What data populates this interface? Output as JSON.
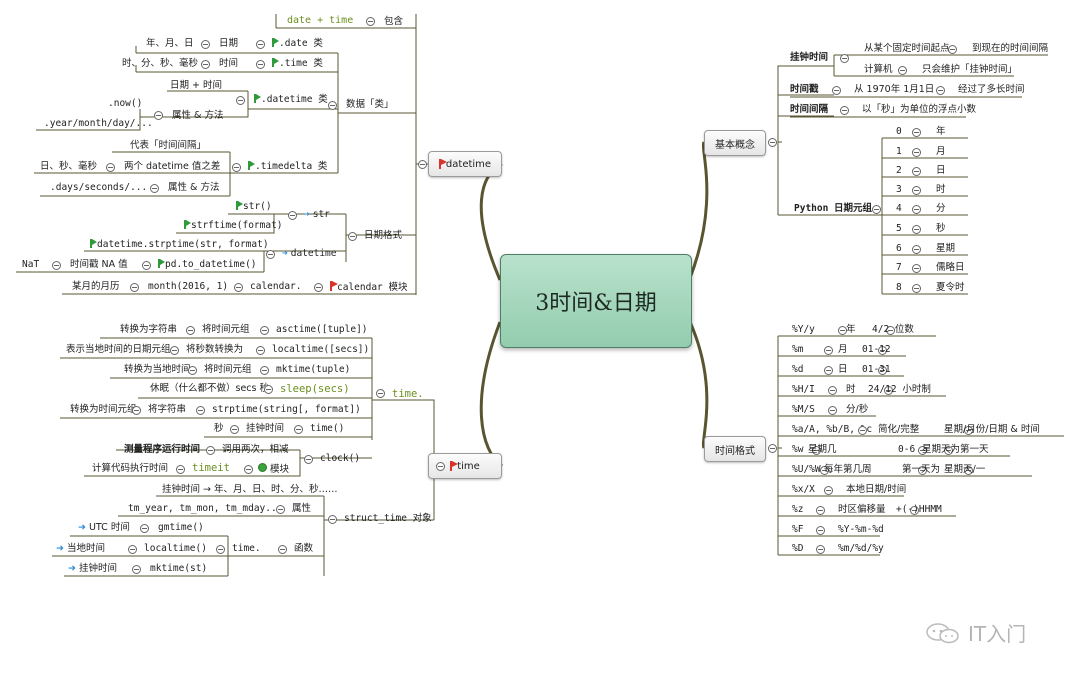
{
  "center": {
    "title": "3时间&日期"
  },
  "branches": {
    "datetime": "datetime",
    "time": "time",
    "basic": "基本概念",
    "format": "时间格式"
  },
  "datetime_branch": {
    "contains_label": "包含",
    "date_plus_time": "date + time",
    "data_class": "数据「类」",
    "date_cls": ".date 类",
    "date_word": "日期",
    "ymd": "年、月、日",
    "time_cls": ".time 类",
    "time_word": "时间",
    "hmsms": "时、分、秒、毫秒",
    "datetime_cls": ".datetime 类",
    "date_plus_time_cn": "日期 + 时间",
    "attr_method": "属性 & 方法",
    "now": ".now()",
    "ymd_attr": ".year/month/day/...",
    "timedelta_cls": ".timedelta 类",
    "represents_interval": "代表「时间间隔」",
    "diff_two": "两个 datetime 值之差",
    "day_s_ms": "日、秒、毫秒",
    "days_seconds": ".days/seconds/...",
    "attr_method2": "属性 & 方法",
    "date_format": "日期格式",
    "to_str": "str",
    "str_fn": "str()",
    "strftime": "strftime(format)",
    "to_datetime": "datetime",
    "strptime": "datetime.strptime(str, format)",
    "pd_to_datetime": "pd.to_datetime()",
    "timestamp_na": "时间戳 NA 值",
    "nat": "NaT",
    "calendar_module": "calendar 模块",
    "calendar_dot": "calendar.",
    "month_fn": "month(2016, 1)",
    "month_cal": "某月的月历"
  },
  "time_branch": {
    "time_dot": "time.",
    "asctime": "asctime([tuple])",
    "to_time_tuple": "将时间元组",
    "to_str": "转换为字符串",
    "localtime_secs": "localtime([secs])",
    "secs_to": "将秒数转换为",
    "local_date_tuple": "表示当地时间的日期元组",
    "mktime_tuple": "mktime(tuple)",
    "time_tuple2": "将时间元组",
    "to_local": "转换为当地时间",
    "sleep": "sleep(secs)",
    "sleep_desc": "休眠（什么都不做）secs 秒",
    "strptime": "strptime(string[, format])",
    "str_to": "将字符串",
    "to_time_tuple2": "转换为时间元组",
    "time_fn": "time()",
    "wall_clock": "挂钟时间",
    "seconds": "秒",
    "clock_fn": "clock()",
    "call_twice": "调用两次，相减",
    "measure": "测量程序运行时间",
    "module_word": "模块",
    "timeit": "timeit",
    "code_exec": "计算代码执行时间",
    "struct_time": "struct_time 对象",
    "wall_to_parts": "挂钟时间 → 年、月、日、时、分、秒……",
    "attributes": "属性",
    "tm_fields": "tm_year, tm_mon, tm_mday...",
    "functions": "函数",
    "time_dot2": "time.",
    "gmtime": "gmtime()",
    "utc": "UTC 时间",
    "localtime": "localtime()",
    "local": "当地时间",
    "mktime_st": "mktime(st)",
    "wall": "挂钟时间"
  },
  "basic_branch": {
    "wall_clock": "挂钟时间",
    "from_fixed": "从某个固定时间起点",
    "to_now": "到现在的时间间隔",
    "computer": "计算机",
    "maintain": "只会维护「挂钟时间」",
    "timestamp": "时间戳",
    "from_1970": "从 1970年 1月1日",
    "elapsed": "经过了多长时间",
    "interval": "时间间隔",
    "float_secs": "以「秒」为单位的浮点小数",
    "py_tuple": "Python 日期元组",
    "tuple": [
      {
        "idx": "0",
        "name": "年"
      },
      {
        "idx": "1",
        "name": "月"
      },
      {
        "idx": "2",
        "name": "日"
      },
      {
        "idx": "3",
        "name": "时"
      },
      {
        "idx": "4",
        "name": "分"
      },
      {
        "idx": "5",
        "name": "秒"
      },
      {
        "idx": "6",
        "name": "星期"
      },
      {
        "idx": "7",
        "name": "儒略日"
      },
      {
        "idx": "8",
        "name": "夏令时"
      }
    ]
  },
  "format_branch": {
    "rows": [
      {
        "code": "%Y/y",
        "parts": [
          "年",
          "4/2 位数"
        ]
      },
      {
        "code": "%m",
        "parts": [
          "月",
          "01-12"
        ]
      },
      {
        "code": "%d",
        "parts": [
          "日",
          "01-31"
        ]
      },
      {
        "code": "%H/I",
        "parts": [
          "时",
          "24/12 小时制"
        ]
      },
      {
        "code": "%M/S",
        "parts": [
          "分/秒"
        ]
      },
      {
        "code": "%a/A, %b/B, %c",
        "parts": [
          "简化/完整",
          "星期/月份/日期 & 时间"
        ]
      },
      {
        "code": "%w",
        "parts": [
          "星期几",
          "0-6",
          "星期天为第一天"
        ]
      },
      {
        "code": "%U/%W",
        "parts": [
          "每年第几周",
          "第一天为",
          "星期天/一"
        ]
      },
      {
        "code": "%x/X",
        "parts": [
          "本地日期/时间"
        ]
      },
      {
        "code": "%z",
        "parts": [
          "时区偏移量",
          "+(-)HHMM"
        ]
      },
      {
        "code": "%F",
        "parts": [
          "%Y-%m-%d"
        ]
      },
      {
        "code": "%D",
        "parts": [
          "%m/%d/%y"
        ]
      }
    ]
  },
  "watermark": {
    "text": "IT入门"
  },
  "colors": {
    "branch_line": "#4f4a2a",
    "center_fill": "#a7d8bc",
    "flag_red": "#d8342c",
    "flag_green": "#2f9a3a",
    "arrow_blue": "#2b8ad8"
  }
}
